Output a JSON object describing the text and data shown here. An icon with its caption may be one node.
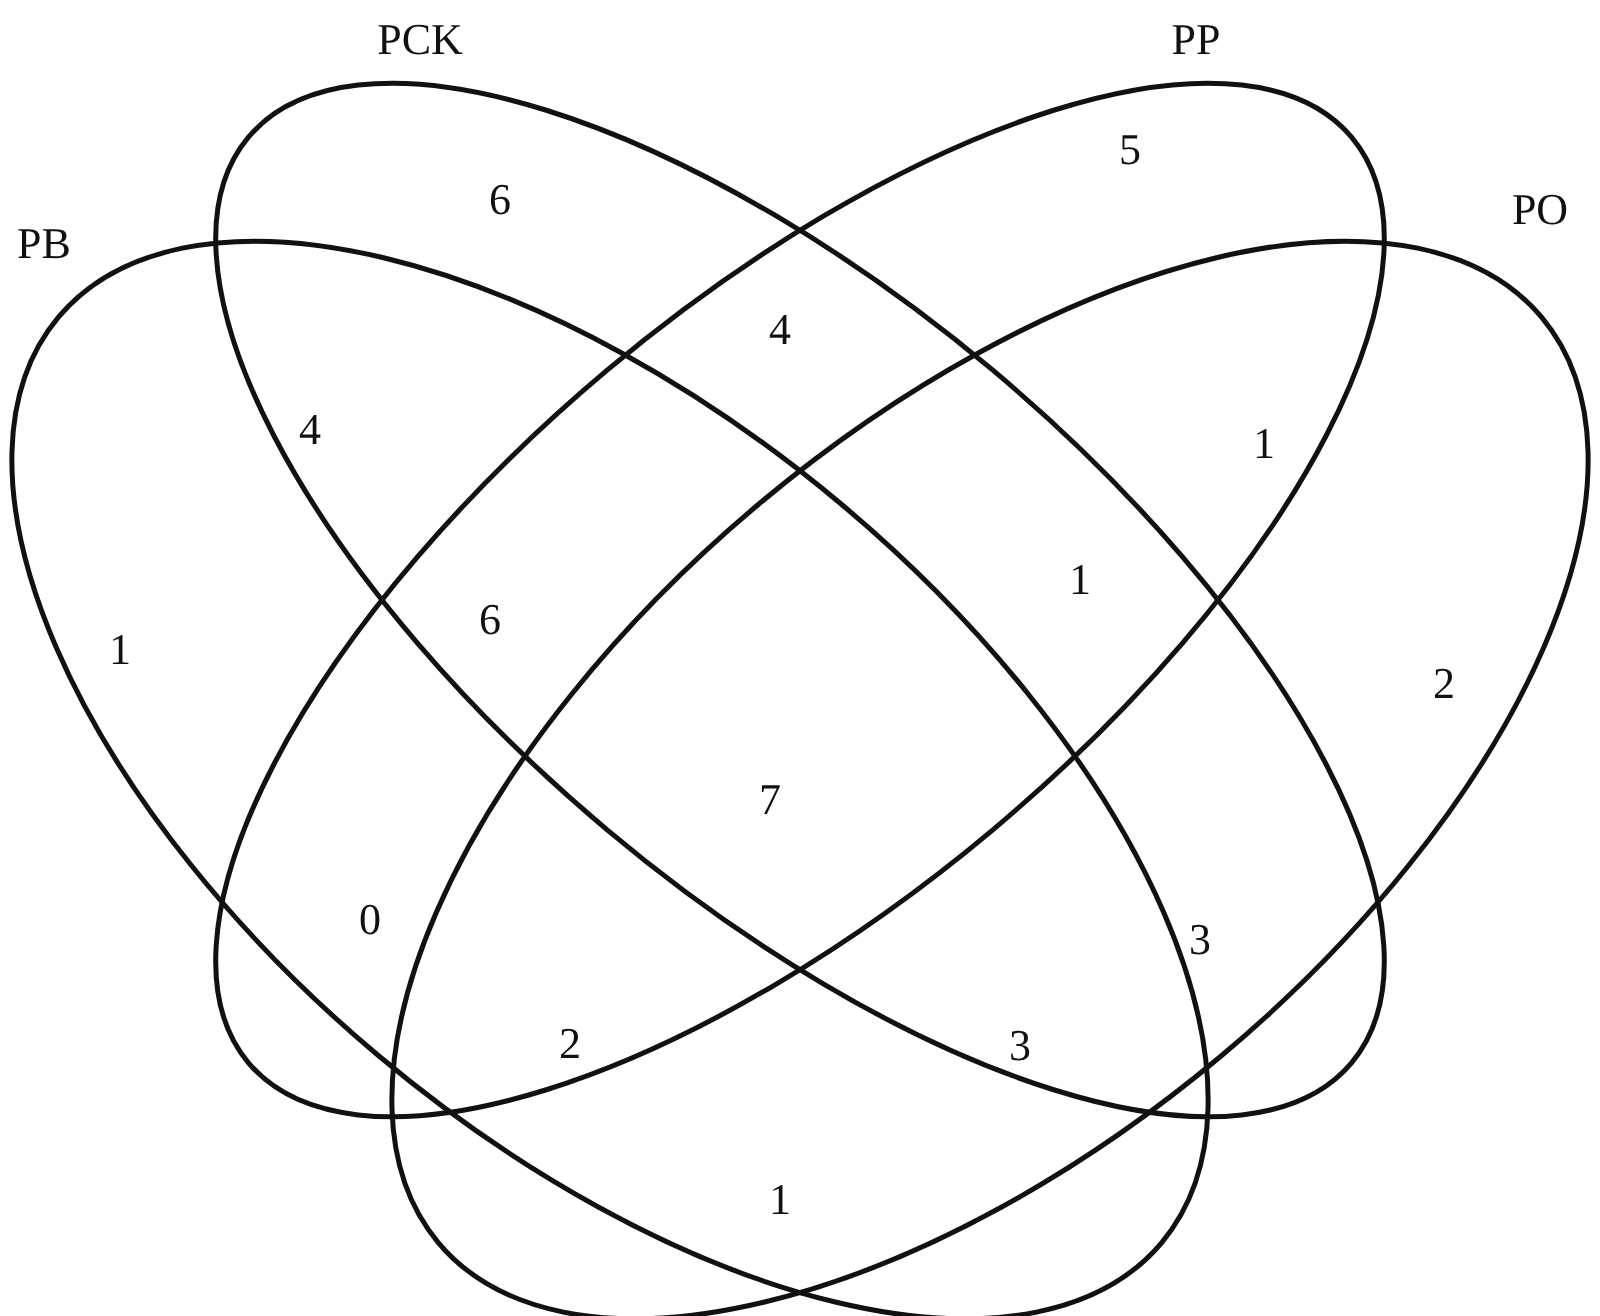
{
  "diagram": {
    "nodes": [
      {
        "text": [
          "PB"
        ]
      },
      {
        "text": [
          "PCK"
        ]
      },
      {
        "text": [
          "PP"
        ]
      },
      {
        "text": [
          "PO"
        ]
      }
    ],
    "labels": [
      "5",
      "6",
      "4",
      "4",
      "1",
      "1",
      "6",
      "1",
      "2",
      "7",
      "0",
      "3",
      "2",
      "3",
      "1"
    ]
  }
}
